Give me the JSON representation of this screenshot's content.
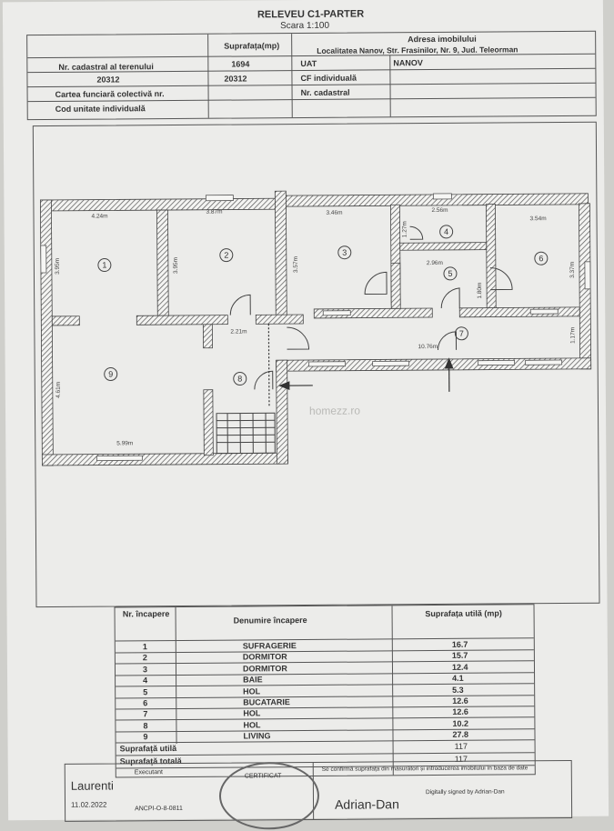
{
  "header": {
    "title": "RELEVEU C1-PARTER",
    "scale": "Scara 1:100",
    "cad_label": "Nr. cadastral al terenului",
    "cad_value": "20312",
    "surface_label": "Suprafața(mp)",
    "surface_value": "1694",
    "address_label": "Adresa imobilului",
    "address_value": "Localitatea Nanov, Str. Frasinilor, Nr. 9, Jud. Teleorman",
    "cf_label": "Cartea funciară colectivă nr.",
    "cf_value": "20312",
    "uat_label": "UAT",
    "uat_value": "NANOV",
    "cf_ind_label": "CF individuală",
    "cod_label": "Cod unitate individuală",
    "nr_cad_label": "Nr. cadastral"
  },
  "plan": {
    "dimensions": [
      "4.24m",
      "3.87m",
      "3.46m",
      "2.56m",
      "3.54m",
      "3.95m",
      "3.95m",
      "3.57m",
      "1.27m",
      "2.96m",
      "1.80m",
      "3.37m",
      "2.21m",
      "10.76m",
      "1.17m",
      "4.61m",
      "5.99m"
    ],
    "room_numbers": [
      "1",
      "2",
      "3",
      "4",
      "5",
      "6",
      "7",
      "8",
      "9"
    ],
    "watermark": "homezz.ro"
  },
  "legend": {
    "col_nr": "Nr. încapere",
    "col_name": "Denumire încapere",
    "col_area": "Suprafața utilă (mp)",
    "rows": [
      {
        "nr": "1",
        "name": "SUFRAGERIE",
        "area": "16.7"
      },
      {
        "nr": "2",
        "name": "DORMITOR",
        "area": "15.7"
      },
      {
        "nr": "3",
        "name": "DORMITOR",
        "area": "12.4"
      },
      {
        "nr": "4",
        "name": "BAIE",
        "area": "4.1"
      },
      {
        "nr": "5",
        "name": "HOL",
        "area": "5.3"
      },
      {
        "nr": "6",
        "name": "BUCATARIE",
        "area": "12.6"
      },
      {
        "nr": "7",
        "name": "HOL",
        "area": "12.6"
      },
      {
        "nr": "8",
        "name": "HOL",
        "area": "10.2"
      },
      {
        "nr": "9",
        "name": "LIVING",
        "area": "27.8"
      }
    ],
    "util_label": "Suprafață utilă",
    "util_value": "117",
    "total_label": "Suprafață totală",
    "total_value": "117"
  },
  "footer": {
    "executant": "Laurenti",
    "date": "11.02.2022",
    "executant_note": "Executant",
    "confirm_text": "Se confirmă suprafața din măsurători și introducerea imobilului în baza de date",
    "signer": "Adrian-Dan",
    "signed_note": "Digitally signed by Adrian-Dan",
    "stamp_text": "CERTIFICAT",
    "code": "ANCPI-O-8-0811"
  }
}
